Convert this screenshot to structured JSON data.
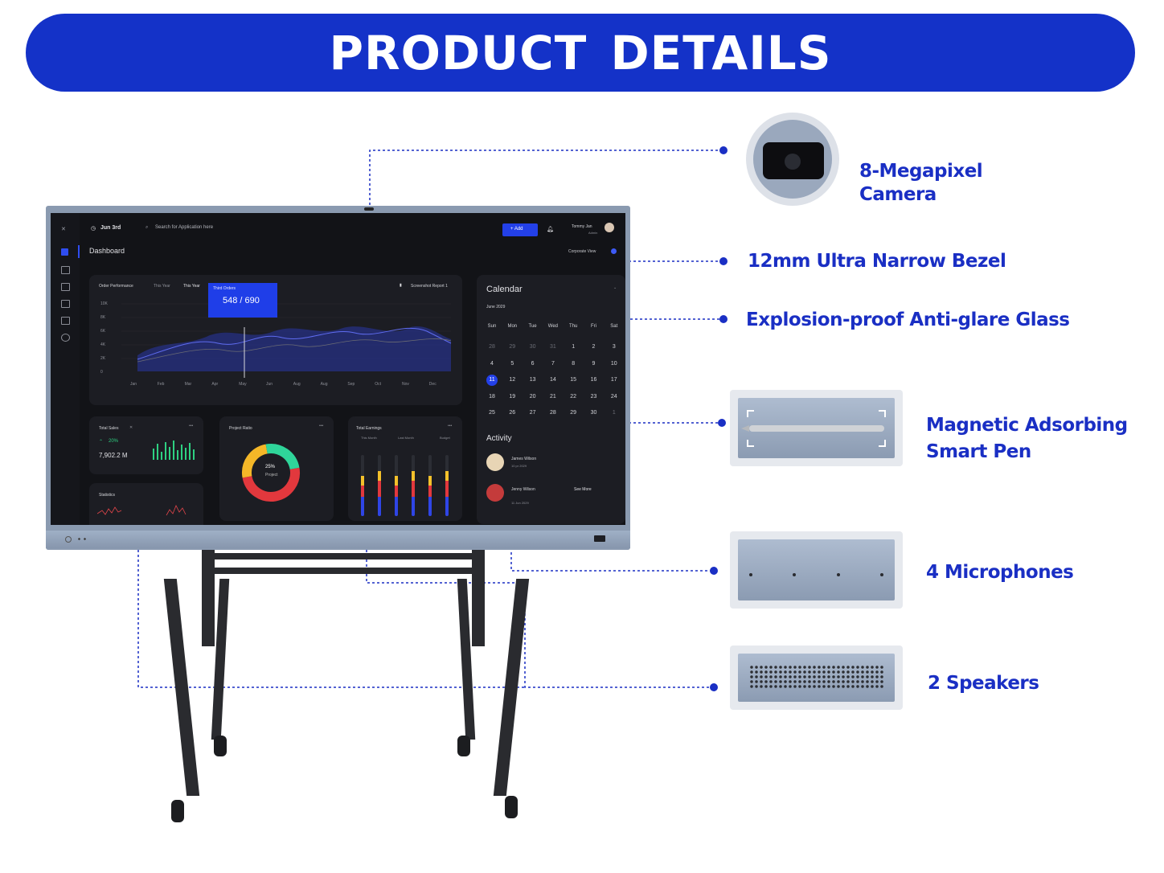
{
  "banner": {
    "title": "PRODUCT  DETAILS"
  },
  "colors": {
    "brand_blue": "#1432c8",
    "feature_text": "#1a2fc4",
    "screen_bg": "#121317"
  },
  "features": [
    {
      "line1": "8-Megapixel",
      "line2": "Camera"
    },
    {
      "line1": "12mm  Ultra Narrow Bezel",
      "line2": ""
    },
    {
      "line1": "Explosion-proof  Anti-glare Glass",
      "line2": ""
    },
    {
      "line1": "Magnetic Adsorbing",
      "line2": "Smart Pen"
    },
    {
      "line1": "4 Microphones",
      "line2": ""
    },
    {
      "line1": "2 Speakers",
      "line2": ""
    }
  ],
  "screen": {
    "date": "Jun 3rd",
    "search_placeholder": "Search for Application here",
    "add_label": "+ Add",
    "user_name": "Tommy Jan",
    "user_role": "Admin",
    "page_title": "Dashboard",
    "corporate_view": "Corporate View",
    "order_performance": "Order Performance",
    "tab_this_year_1": "This Year",
    "tab_this_year_2": "This Year",
    "tooltip_label": "Third Orders",
    "tooltip_value": "548 / 690",
    "screenshot_report": "Screenshot Report 1",
    "y_ticks": [
      "10K",
      "8K",
      "6K",
      "4K",
      "2K",
      "0"
    ],
    "x_ticks": [
      "Jan",
      "Feb",
      "Mar",
      "Apr",
      "May",
      "Jun",
      "Aug",
      "Aug",
      "Sep",
      "Oct",
      "Nov",
      "Dec"
    ],
    "total_sales": "Total Sales",
    "sales_change": "20%",
    "sales_value": "7,902.2 M",
    "project_ratio": "Project Ratio",
    "ratio_percent": "25%",
    "ratio_label": "Project",
    "total_earnings": "Total Earnings",
    "earn_legend": [
      "This Month",
      "Last Month",
      "Budget"
    ],
    "statistics": "Statistics",
    "calendar_title": "Calendar",
    "calendar_month": "June 2029",
    "weekdays": [
      "Sun",
      "Mon",
      "Tue",
      "Wed",
      "Thu",
      "Fri",
      "Sat"
    ],
    "days": [
      "28",
      "29",
      "30",
      "31",
      "1",
      "2",
      "3",
      "4",
      "5",
      "6",
      "7",
      "8",
      "9",
      "10",
      "11",
      "12",
      "13",
      "14",
      "15",
      "16",
      "17",
      "18",
      "19",
      "20",
      "21",
      "22",
      "23",
      "24",
      "25",
      "26",
      "27",
      "28",
      "29",
      "30",
      "1"
    ],
    "selected_day": "11",
    "activity_title": "Activity",
    "activity": [
      {
        "name": "James Wilson",
        "time": "10 pr 2029"
      },
      {
        "name": "Jenny Wilson",
        "time": "11 Jun 2029"
      }
    ],
    "see_more": "See More"
  }
}
